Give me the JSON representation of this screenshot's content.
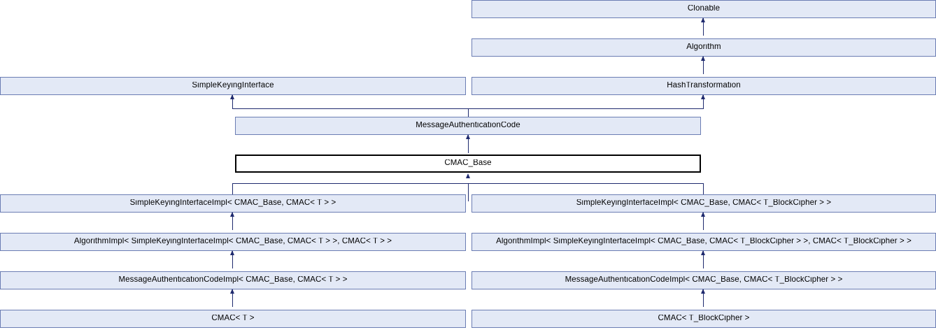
{
  "diagram": {
    "kind": "inheritance-diagram",
    "title": "CMAC class inheritance diagram",
    "colors": {
      "node_fill": "#e3e9f6",
      "node_border": "#6b7db3",
      "current_node_fill": "#ffffff",
      "current_node_border": "#000000",
      "edge": "#1f2a6e",
      "background": "#ffffff",
      "text": "#000000"
    },
    "nodes": [
      {
        "id": "clonable",
        "label": "Clonable",
        "row": 0,
        "col": "right",
        "current": false
      },
      {
        "id": "algorithm",
        "label": "Algorithm",
        "row": 1,
        "col": "right",
        "current": false
      },
      {
        "id": "simplekeying",
        "label": "SimpleKeyingInterface",
        "row": 2,
        "col": "left",
        "current": false
      },
      {
        "id": "hashtransform",
        "label": "HashTransformation",
        "row": 2,
        "col": "right",
        "current": false
      },
      {
        "id": "mac",
        "label": "MessageAuthenticationCode",
        "row": 3,
        "col": "center",
        "current": false
      },
      {
        "id": "cmacbase",
        "label": "CMAC_Base",
        "row": 4,
        "col": "center",
        "current": true
      },
      {
        "id": "ski_t",
        "label": "SimpleKeyingInterfaceImpl< CMAC_Base, CMAC< T > >",
        "row": 5,
        "col": "left",
        "current": false
      },
      {
        "id": "ski_bc",
        "label": "SimpleKeyingInterfaceImpl< CMAC_Base, CMAC< T_BlockCipher > >",
        "row": 5,
        "col": "right",
        "current": false
      },
      {
        "id": "algimpl_t",
        "label": "AlgorithmImpl< SimpleKeyingInterfaceImpl< CMAC_Base, CMAC< T > >, CMAC< T > >",
        "row": 6,
        "col": "left",
        "current": false
      },
      {
        "id": "algimpl_bc",
        "label": "AlgorithmImpl< SimpleKeyingInterfaceImpl< CMAC_Base, CMAC< T_BlockCipher > >, CMAC< T_BlockCipher > >",
        "row": 6,
        "col": "right",
        "current": false
      },
      {
        "id": "macimpl_t",
        "label": "MessageAuthenticationCodeImpl< CMAC_Base, CMAC< T > >",
        "row": 7,
        "col": "left",
        "current": false
      },
      {
        "id": "macimpl_bc",
        "label": "MessageAuthenticationCodeImpl< CMAC_Base, CMAC< T_BlockCipher > >",
        "row": 7,
        "col": "right",
        "current": false
      },
      {
        "id": "cmac_t",
        "label": "CMAC< T >",
        "row": 8,
        "col": "left",
        "current": false
      },
      {
        "id": "cmac_bc",
        "label": "CMAC< T_BlockCipher >",
        "row": 8,
        "col": "right",
        "current": false
      }
    ],
    "edges": [
      {
        "from": "algorithm",
        "to": "clonable",
        "style": "straight"
      },
      {
        "from": "hashtransform",
        "to": "algorithm",
        "style": "straight"
      },
      {
        "from": "mac",
        "to": "simplekeying",
        "style": "split"
      },
      {
        "from": "mac",
        "to": "hashtransform",
        "style": "split"
      },
      {
        "from": "cmacbase",
        "to": "mac",
        "style": "straight"
      },
      {
        "from": "ski_t",
        "to": "cmacbase",
        "style": "split"
      },
      {
        "from": "ski_bc",
        "to": "cmacbase",
        "style": "split"
      },
      {
        "from": "algimpl_t",
        "to": "ski_t",
        "style": "straight"
      },
      {
        "from": "algimpl_bc",
        "to": "ski_bc",
        "style": "straight"
      },
      {
        "from": "macimpl_t",
        "to": "algimpl_t",
        "style": "straight"
      },
      {
        "from": "macimpl_bc",
        "to": "algimpl_bc",
        "style": "straight"
      },
      {
        "from": "cmac_t",
        "to": "macimpl_t",
        "style": "straight"
      },
      {
        "from": "cmac_bc",
        "to": "macimpl_bc",
        "style": "straight"
      }
    ]
  }
}
